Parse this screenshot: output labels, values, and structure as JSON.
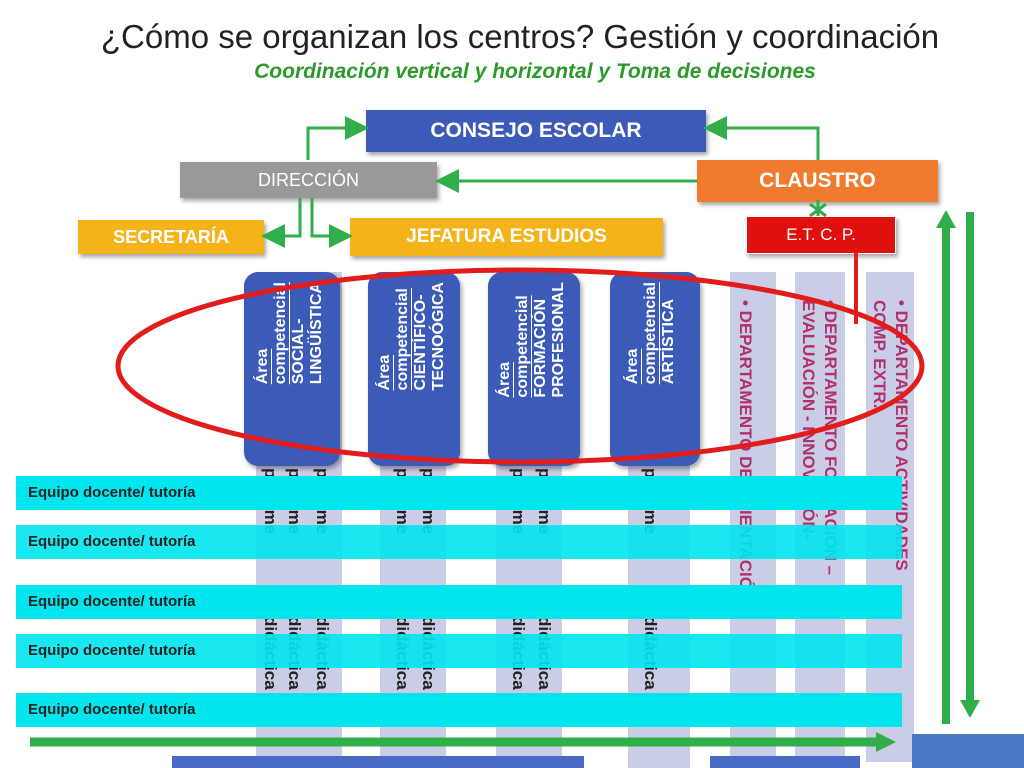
{
  "header": {
    "title": "¿Cómo se organizan los centros? Gestión y coordinación",
    "subtitle": "Coordinación vertical y horizontal y Toma de decisiones"
  },
  "nodes": {
    "consejo": "CONSEJO ESCOLAR",
    "direccion": "DIRECCIÓN",
    "claustro": "CLAUSTRO",
    "secretaria": "SECRETARÍA",
    "jefatura": "JEFATURA  ESTUDIOS",
    "etcp": "E.T. C. P."
  },
  "areas": [
    {
      "line1": "Área",
      "line2": "competencial",
      "name": "SOCIAL-",
      "name2": "LINGÜÍSTICA"
    },
    {
      "line1": "Área",
      "line2": "competencial",
      "name": "CIENTÍFICO-",
      "name2": "TECNOÓGICA"
    },
    {
      "line1": "Área",
      "line2": "competencial",
      "name": "FORMACIÓN",
      "name2": "PROFESIONAL"
    },
    {
      "line1": "Área",
      "line2": "competencial",
      "name": "ARTÍSTICA",
      "name2": ""
    }
  ],
  "columns": {
    "col1": [
      "Departame",
      "Departame",
      "didáctic"
    ],
    "col1b": [
      "didáctic",
      "didáctic",
      "didáctic"
    ],
    "word_a": "partame",
    "word_b": "didáctica"
  },
  "departments": [
    {
      "text": "• DEPARTAMENTO  DE  ORIENTACIÓN"
    },
    {
      "text": "• DEPARTAMENTO FORMACIÓN –",
      "text2": "EVALUACIÓN  - INNOVACIÓN-"
    },
    {
      "text": "• DEPARTAMENTO ACTIVIDADES",
      "text2": "COMP. EXTR."
    }
  ],
  "teams": [
    "Equipo docente/ tutoría",
    "Equipo docente/ tutoría",
    "Equipo docente/ tutoría",
    "Equipo docente/ tutoría",
    "Equipo docente/ tutoría"
  ],
  "colors": {
    "consejo": "#3c5bb8",
    "direccion": "#999999",
    "claustro": "#f07b2e",
    "secretaria": "#f5b31a",
    "jefatura": "#f5b31a",
    "etcp": "#e01010",
    "team": "#00e5ee",
    "arrow": "#2fae4a",
    "ellipse": "#e21b1b"
  }
}
